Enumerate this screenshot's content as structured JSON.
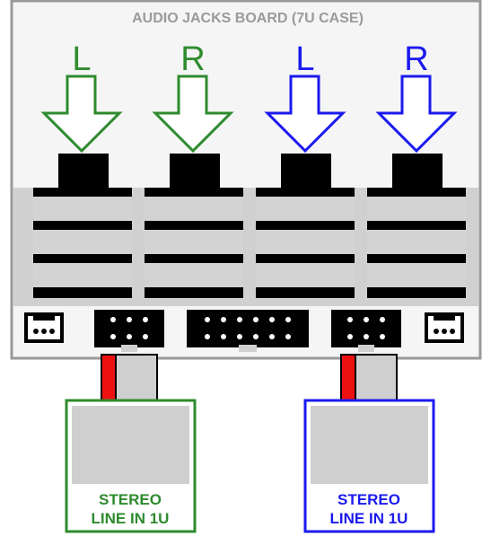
{
  "board": {
    "title": "AUDIO JACKS BOARD (7U CASE)"
  },
  "jacks": [
    {
      "channel_label": "L",
      "color": "#2e8b2e"
    },
    {
      "channel_label": "R",
      "color": "#2e8b2e"
    },
    {
      "channel_label": "L",
      "color": "#1a1aee"
    },
    {
      "channel_label": "R",
      "color": "#1a1aee"
    }
  ],
  "modules": [
    {
      "line1": "STEREO",
      "line2": "LINE IN 1U",
      "color": "#2e8b2e"
    },
    {
      "line1": "STEREO",
      "line2": "LINE IN 1U",
      "color": "#1a1aee"
    }
  ],
  "connectors": [
    {
      "name": "left-3-pin-connector",
      "pins": 3
    },
    {
      "name": "left-6-pin-header",
      "pins": 6
    },
    {
      "name": "center-12-pin-header",
      "pins": 12
    },
    {
      "name": "right-6-pin-header",
      "pins": 6
    },
    {
      "name": "right-3-pin-connector",
      "pins": 3
    }
  ],
  "colors": {
    "board_border": "#999999",
    "board_fill": "#f5f5f5",
    "jack_body": "#d3d3d3",
    "cable_red": "#ee1111",
    "cable_gray": "#cfcfcf",
    "label_gray": "#9a9a9a"
  }
}
